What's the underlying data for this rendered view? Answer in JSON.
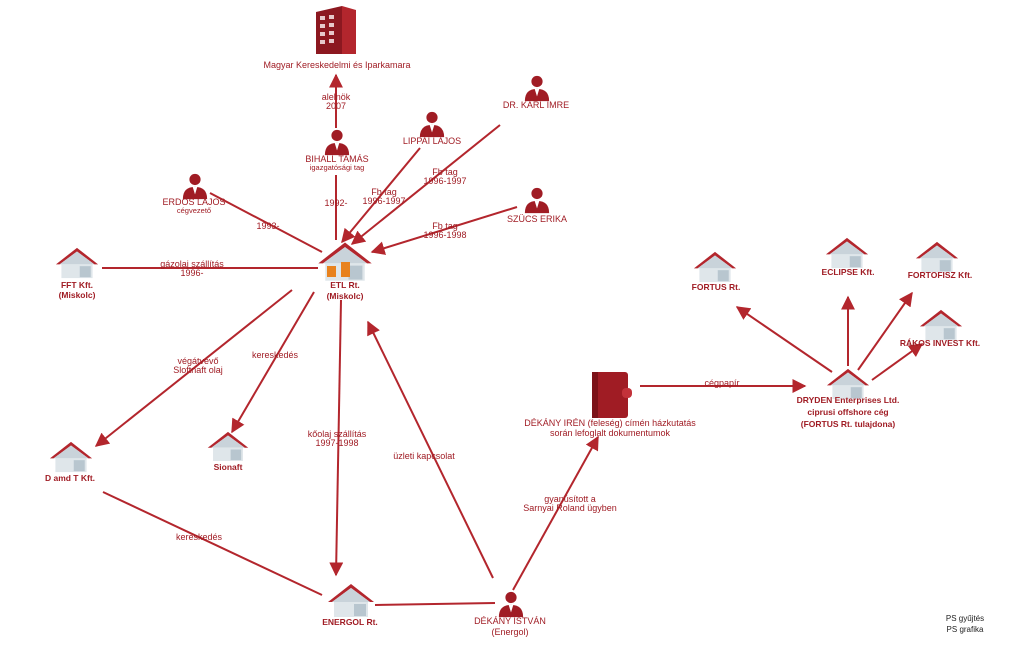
{
  "colors": {
    "accent": "#a01c24",
    "edge": "#b3262d",
    "house_wall": "#dfe6ea",
    "etl_window": "#e8821e"
  },
  "nodes": {
    "chamber": "Magyar Kereskedelmi és Iparkamara"
  },
  "persons": {
    "bihall": {
      "name": "BIHALL TAMÁS",
      "role": "igazgatósági tag"
    },
    "lippai": {
      "name": "LIPPAI LAJOS"
    },
    "karl": {
      "name": "DR. KARL IMRE"
    },
    "erdos": {
      "name": "ERDŐS LAJOS",
      "role": "cégvezető"
    },
    "szucs": {
      "name": "SZÜCS ERIKA"
    },
    "dekany": {
      "name": "DÉKÁNY ISTVÁN",
      "role": "(Energol)"
    }
  },
  "companies": {
    "etl": [
      "ETL Rt.",
      "(Miskolc)"
    ],
    "fft": [
      "FFT Kft.",
      "(Miskolc)"
    ],
    "damdt": "D amd T Kft.",
    "sionaft": "Sionaft",
    "energol": "ENERGOL Rt.",
    "fortus": "FORTUS Rt.",
    "eclipse": "ECLIPSE Kft.",
    "fortofisz": "FORTOFISZ Kft.",
    "rakos": "RÁKOS INVEST Kft.",
    "dryden": [
      "DRYDEN Enterprises Ltd.",
      "ciprusi offshore cég",
      "(FORTUS Rt. tulajdona)"
    ]
  },
  "edges": {
    "alelnok": [
      "alelnök",
      "2007"
    ],
    "e1992": "1992-",
    "e1993": "1993-",
    "lippai_fb": [
      "Fb tag",
      "1996-1997"
    ],
    "karl_fb": [
      "Fb tag",
      "1996-1997"
    ],
    "szucs_fb": [
      "Fb tag",
      "1996-1998"
    ],
    "gazolaj": [
      "gázolaj szállítás",
      "1996-"
    ],
    "vegatvevo": [
      "végátvevő",
      "Sloftnaft olaj"
    ],
    "kereskedes1": "kereskedés",
    "koolaj": [
      "kőolaj szállítás",
      "1997-1998"
    ],
    "uzleti": "üzleti kapcsolat",
    "kereskedes2": "kereskedés",
    "gyanusitott": [
      "gyanúsított a",
      "Sarnyai Roland ügyben"
    ],
    "cegpapir": "cégpapír"
  },
  "document": [
    "DÉKÁNY IRÉN (feleség) címén házkutatás",
    "során lefoglalt dokumentumok"
  ],
  "credits": [
    "PS gyűjtés",
    "PS grafika"
  ]
}
